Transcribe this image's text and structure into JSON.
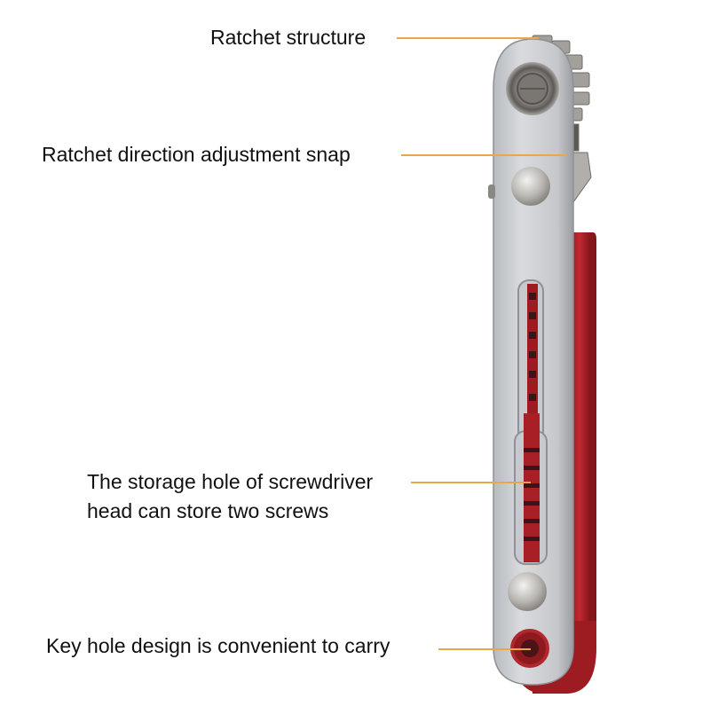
{
  "colors": {
    "background": "#ffffff",
    "callout_line": "#e8a74a",
    "label_text": "#111111",
    "steel": "#c9cbcf",
    "steel_dark": "#8f9296",
    "handle_red": "#b5242c",
    "handle_red_dark": "#7e1519"
  },
  "callouts": [
    {
      "id": "ratchet",
      "text": "Ratchet structure"
    },
    {
      "id": "snap",
      "text": "Ratchet direction adjustment snap"
    },
    {
      "id": "storage_line1",
      "text": "The storage hole of screwdriver"
    },
    {
      "id": "storage_line2",
      "text": "head can store two screws"
    },
    {
      "id": "keyhole",
      "text": "Key hole design is convenient to carry"
    }
  ]
}
